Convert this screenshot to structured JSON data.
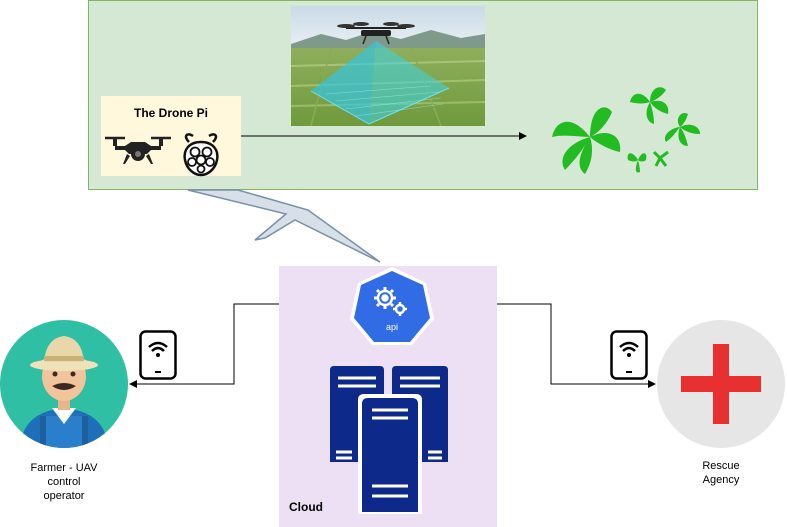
{
  "drone": {
    "title": "The Drone Pi"
  },
  "cloud": {
    "label": "Cloud",
    "api_label": "api"
  },
  "farmer": {
    "caption_lines": [
      "Farmer - UAV",
      "control",
      "operator"
    ]
  },
  "rescue": {
    "caption_lines": [
      "Rescue",
      "Agency"
    ]
  },
  "colors": {
    "panel_green": "#d5e8d4",
    "panel_border": "#82b366",
    "cloud_purple": "#eee0f4",
    "api_blue": "#326ce5",
    "server_navy": "#0d2a8a",
    "farmer_teal": "#2ebfa5",
    "rescue_red": "#e83030",
    "leaf_green": "#22bb22"
  }
}
